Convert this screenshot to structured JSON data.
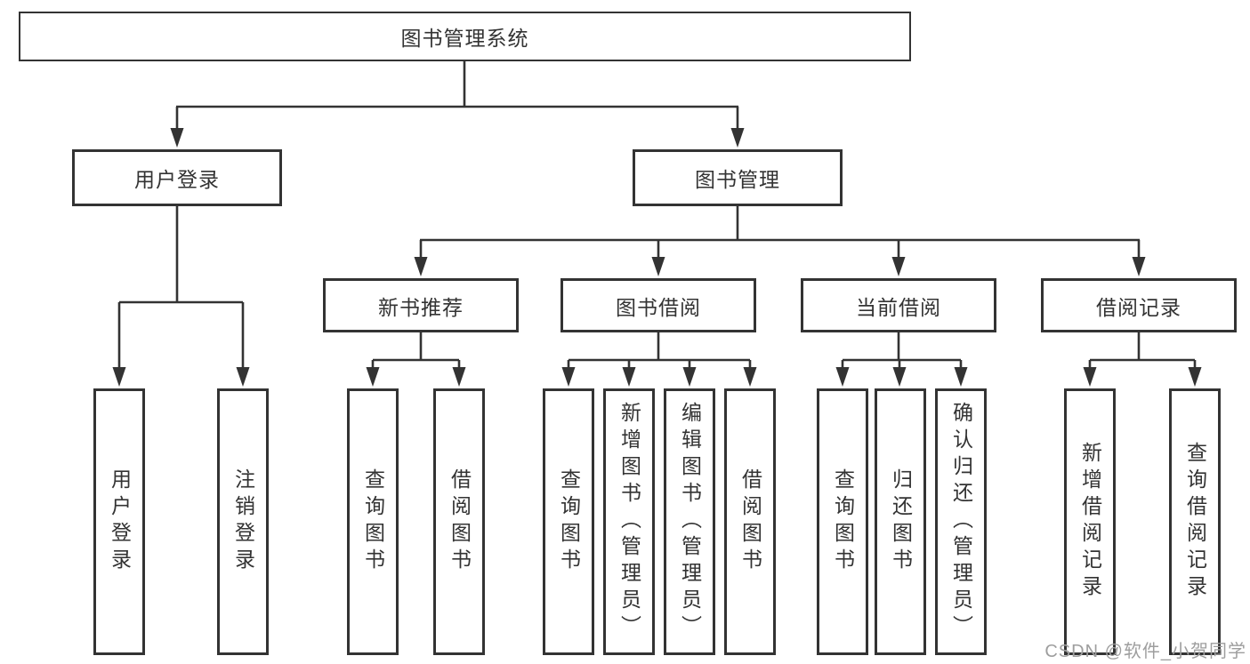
{
  "diagram": {
    "title": "图书管理系统",
    "colors": {
      "line": "#333333",
      "box_border": "#333333",
      "box_background": "#ffffff",
      "text": "#333333",
      "watermark": "#9e9e9e",
      "page_background": "#ffffff"
    },
    "nodes": {
      "root": {
        "label": "图书管理系统"
      },
      "user_login": {
        "label": "用户登录"
      },
      "book_management": {
        "label": "图书管理"
      },
      "new_book_recommend": {
        "label": "新书推荐"
      },
      "book_borrow": {
        "label": "图书借阅"
      },
      "current_borrow": {
        "label": "当前借阅"
      },
      "borrow_records": {
        "label": "借阅记录"
      },
      "user_login_leaf": {
        "label": "用户登录"
      },
      "logout_leaf": {
        "label": "注销登录"
      },
      "query_books_recommend": {
        "label": "查询图书"
      },
      "borrow_books_recommend": {
        "label": "借阅图书"
      },
      "query_books_borrow": {
        "label": "查询图书"
      },
      "add_books_admin": {
        "label": "新增图书（管理员）"
      },
      "edit_books_admin": {
        "label": "编辑图书（管理员）"
      },
      "borrow_books_leaf": {
        "label": "借阅图书"
      },
      "query_books_current": {
        "label": "查询图书"
      },
      "return_books": {
        "label": "归还图书"
      },
      "confirm_return_admin": {
        "label": "确认归还（管理员）"
      },
      "add_borrow_record": {
        "label": "新增借阅记录"
      },
      "query_borrow_record": {
        "label": "查询借阅记录"
      }
    },
    "hierarchy": {
      "图书管理系统": {
        "用户登录": [
          "用户登录",
          "注销登录"
        ],
        "图书管理": {
          "新书推荐": [
            "查询图书",
            "借阅图书"
          ],
          "图书借阅": [
            "查询图书",
            "新增图书（管理员）",
            "编辑图书（管理员）",
            "借阅图书"
          ],
          "当前借阅": [
            "查询图书",
            "归还图书",
            "确认归还（管理员）"
          ],
          "借阅记录": [
            "新增借阅记录",
            "查询借阅记录"
          ]
        }
      }
    },
    "watermark": {
      "text": "CSDN @软件_小贺同学"
    }
  }
}
